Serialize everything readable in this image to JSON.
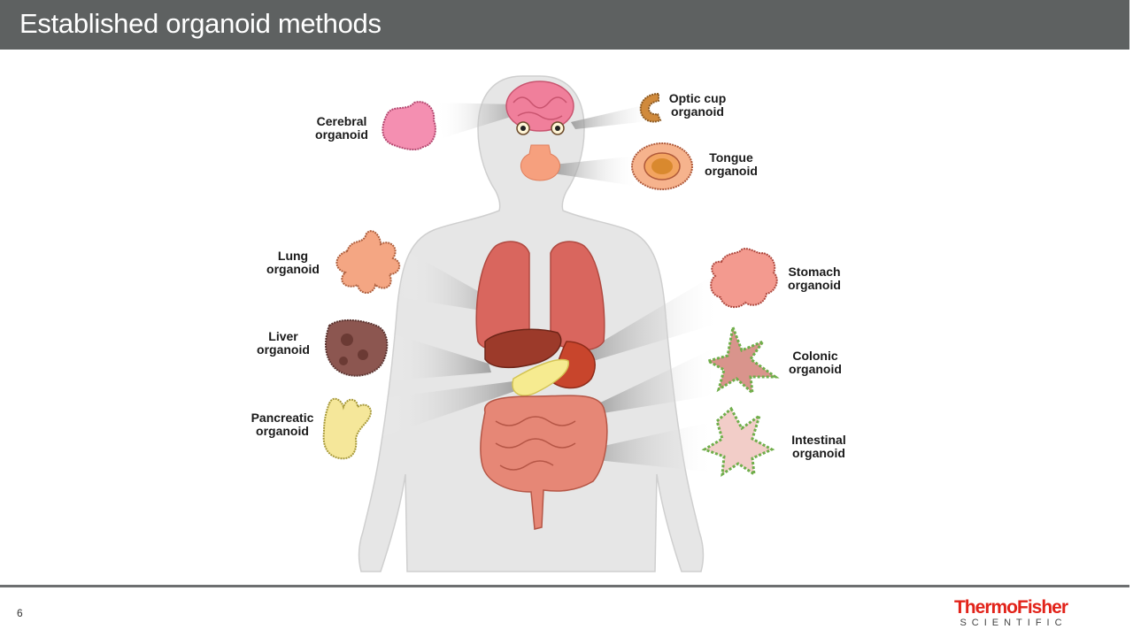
{
  "slide": {
    "title": "Established organoid methods",
    "page_number": "6"
  },
  "organoids": {
    "cerebral": "Cerebral\norganoid",
    "optic_cup": "Optic cup\norganoid",
    "tongue": "Tongue\norganoid",
    "lung": "Lung\norganoid",
    "stomach": "Stomach\norganoid",
    "liver": "Liver\norganoid",
    "colonic": "Colonic\norganoid",
    "pancreatic": "Pancreatic\norganoid",
    "intestinal": "Intestinal\norganoid"
  },
  "brand": {
    "name": "ThermoFisher",
    "sub": "SCIENTIFIC"
  },
  "colors": {
    "header_bg": "#5e6161",
    "brand_red": "#e2231a",
    "body_silhouette": "#e6e6e6"
  }
}
